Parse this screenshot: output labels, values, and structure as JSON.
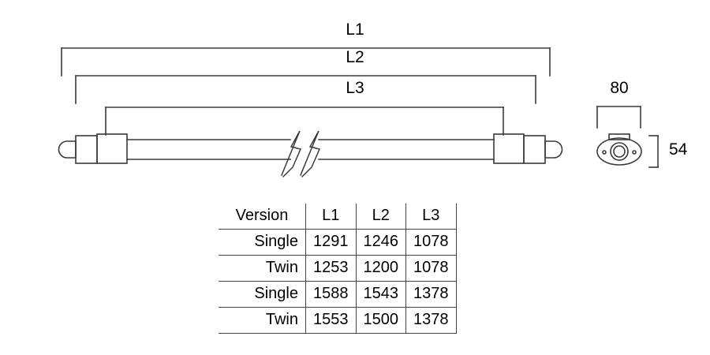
{
  "drawing": {
    "title": "Linear luminaire dimensional drawing",
    "line_color": "#3a3a3a",
    "text_color": "#000000",
    "background": "#ffffff"
  },
  "dimensions": {
    "length_labels": [
      {
        "name": "L1",
        "label": "L1"
      },
      {
        "name": "L2",
        "label": "L2"
      },
      {
        "name": "L3",
        "label": "L3"
      }
    ],
    "width_label": "80",
    "height_label": "54"
  },
  "table": {
    "columns": [
      "Version",
      "L1",
      "L2",
      "L3"
    ],
    "rows": [
      {
        "version": "Single",
        "l1": "1291",
        "l2": "1246",
        "l3": "1078"
      },
      {
        "version": "Twin",
        "l1": "1253",
        "l2": "1200",
        "l3": "1078"
      },
      {
        "version": "Single",
        "l1": "1588",
        "l2": "1543",
        "l3": "1378"
      },
      {
        "version": "Twin",
        "l1": "1553",
        "l2": "1500",
        "l3": "1378"
      }
    ]
  },
  "icons": {
    "break_symbol": "zigzag-break-symbol",
    "end_cap": "end-cap-icon",
    "cable_gland": "cable-gland-icon",
    "mounting_bracket": "mounting-bracket-icon",
    "end_view": "end-view-cross-section-icon"
  }
}
